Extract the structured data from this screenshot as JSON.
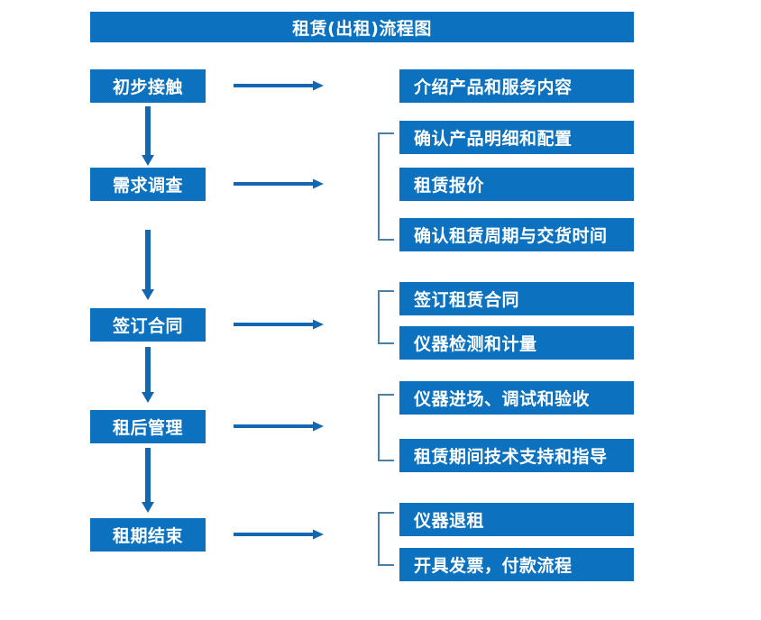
{
  "diagram": {
    "title": "租赁(出租)流程图",
    "colors": {
      "box_fill": "#0C72C0",
      "arrow": "#1267B0",
      "bracket": "#4A7FA8",
      "text": "#FFFFFF",
      "background": "#FFFFFF"
    },
    "stages": [
      {
        "label": "初步接触",
        "arrow_icon": "right-arrow-icon",
        "has_bracket": false,
        "details": [
          {
            "label": "介绍产品和服务内容"
          }
        ]
      },
      {
        "label": "需求调查",
        "arrow_icon": "right-arrow-icon",
        "has_bracket": true,
        "details": [
          {
            "label": "确认产品明细和配置"
          },
          {
            "label": "租赁报价"
          },
          {
            "label": "确认租赁周期与交货时间"
          }
        ]
      },
      {
        "label": "签订合同",
        "arrow_icon": "right-arrow-icon",
        "has_bracket": true,
        "details": [
          {
            "label": "签订租赁合同"
          },
          {
            "label": "仪器检测和计量"
          }
        ]
      },
      {
        "label": "租后管理",
        "arrow_icon": "right-arrow-icon",
        "has_bracket": true,
        "details": [
          {
            "label": "仪器进场、调试和验收"
          },
          {
            "label": "租赁期间技术支持和指导"
          }
        ]
      },
      {
        "label": "租期结束",
        "arrow_icon": "right-arrow-icon",
        "has_bracket": true,
        "details": [
          {
            "label": "仪器退租"
          },
          {
            "label": "开具发票，付款流程"
          }
        ]
      }
    ],
    "flow_connectors": [
      {
        "icon": "down-arrow-icon",
        "from": "初步接触",
        "to": "需求调查"
      },
      {
        "icon": "down-arrow-icon",
        "from": "需求调查",
        "to": "签订合同"
      },
      {
        "icon": "down-arrow-icon",
        "from": "签订合同",
        "to": "租后管理"
      },
      {
        "icon": "down-arrow-icon",
        "from": "租后管理",
        "to": "租期结束"
      }
    ]
  }
}
